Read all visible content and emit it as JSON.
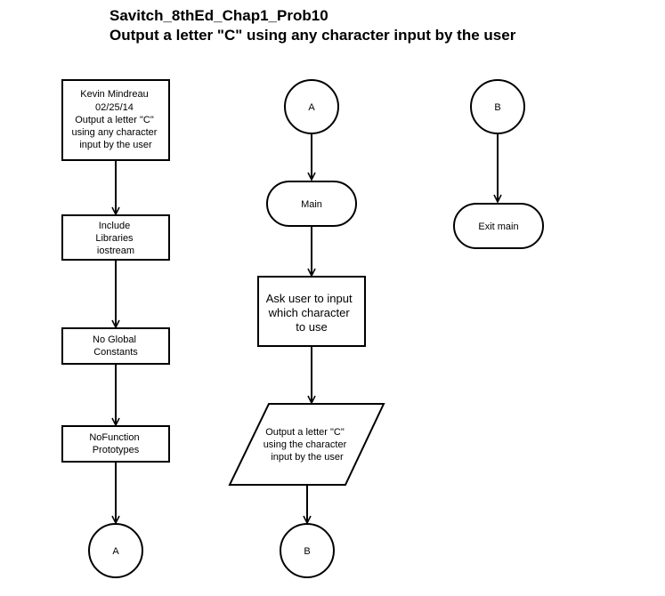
{
  "title_line1": "Savitch_8thEd_Chap1_Prob10",
  "title_line2": "Output a letter \"C\" using any character input by the user",
  "nodes": {
    "header": [
      "Kevin Mindreau",
      "02/25/14",
      "Output a letter \"C\"",
      "using any character",
      "input by the user"
    ],
    "libraries": [
      "Include",
      "Libraries",
      "iostream"
    ],
    "globals": [
      "No Global",
      "Constants"
    ],
    "prototypes": [
      "NoFunction",
      "Prototypes"
    ],
    "connector_a_out": "A",
    "connector_a_in": "A",
    "main": "Main",
    "ask_user": [
      "Ask user to input",
      "which character",
      "to use"
    ],
    "output_c": [
      "Output a letter \"C\"",
      "using the character",
      "input by the user"
    ],
    "connector_b_out": "B",
    "connector_b_in": "B",
    "exit_main": "Exit main"
  },
  "colors": {
    "stroke": "#000000",
    "fill": "#ffffff",
    "text": "#000000"
  }
}
